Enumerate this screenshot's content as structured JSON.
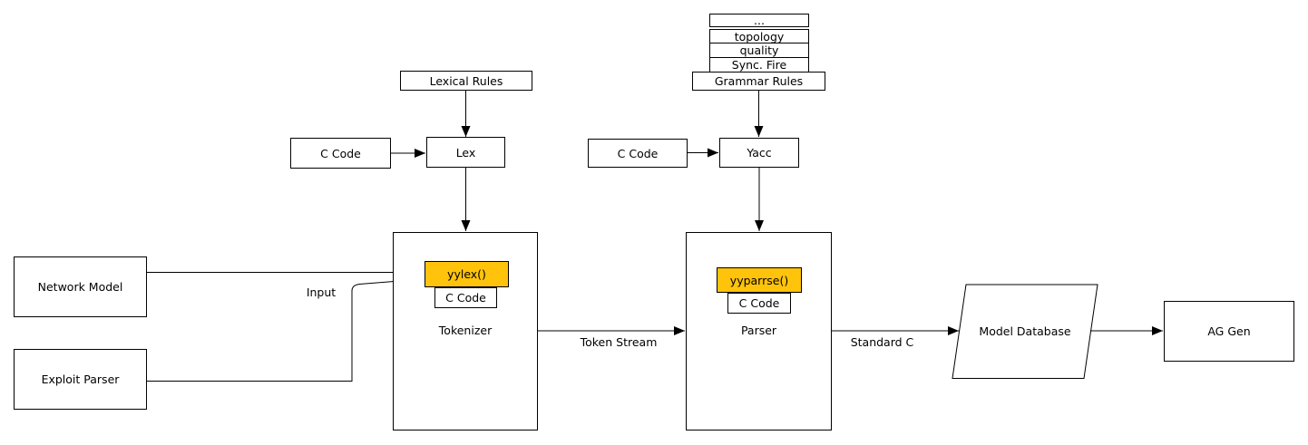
{
  "diagram": {
    "grammar_stack": {
      "rows": [
        "...",
        "topology",
        "quality",
        "Sync. Fire"
      ],
      "base": "Grammar Rules"
    },
    "lexical_rules_label": "Lexical Rules",
    "lex": {
      "input_code": "C Code",
      "label": "Lex"
    },
    "yacc": {
      "input_code": "C Code",
      "label": "Yacc"
    },
    "network_model_label": "Network Model",
    "exploit_parser_label": "Exploit Parser",
    "tokenizer": {
      "function": "yylex()",
      "code": "C Code",
      "label": "Tokenizer"
    },
    "parser": {
      "function": "yyparrse()",
      "code": "C Code",
      "label": "Parser"
    },
    "model_database_label": "Model Database",
    "ag_gen_label": "AG Gen",
    "edge_labels": {
      "input": "Input",
      "token_stream": "Token Stream",
      "standard_c": "Standard C"
    },
    "colors": {
      "function_highlight": "#FFC30B",
      "line": "#000000",
      "border": "#000000",
      "background": "#FFFFFF"
    }
  }
}
